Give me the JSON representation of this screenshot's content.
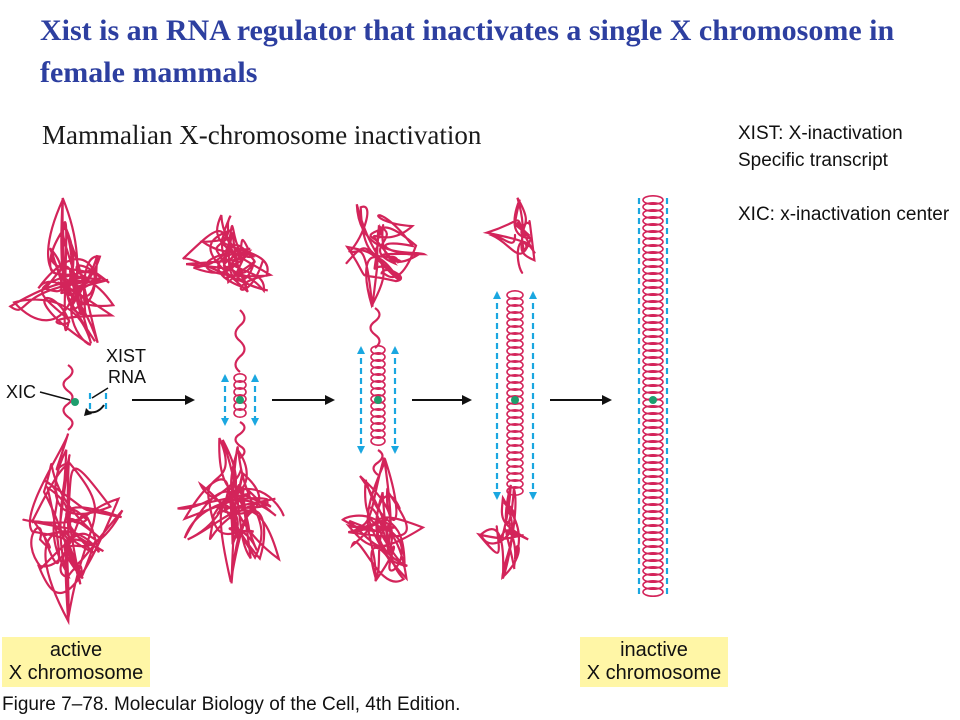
{
  "title": "Xist is an RNA regulator that inactivates a single X chromosome in female mammals",
  "subtitle": "Mammalian X-chromosome inactivation",
  "notes": {
    "xist": "XIST: X-inactivation Specific transcript",
    "xic": "XIC: x-inactivation center"
  },
  "diagram": {
    "xic_label": "XIC",
    "xist_label_line1": "XIST",
    "xist_label_line2": "RNA",
    "stages": 5,
    "colors": {
      "chromatin": "#d3245a",
      "xist_rna": "#1aa7e0",
      "xic_dot": "#1e9e6e",
      "arrow": "#111111",
      "label_bg": "#fff6a6"
    }
  },
  "labels": {
    "active_line1": "active",
    "active_line2": "X chromosome",
    "inactive_line1": "inactive",
    "inactive_line2": "X chromosome"
  },
  "caption": "Figure 7–78. Molecular Biology of the Cell, 4th Edition."
}
